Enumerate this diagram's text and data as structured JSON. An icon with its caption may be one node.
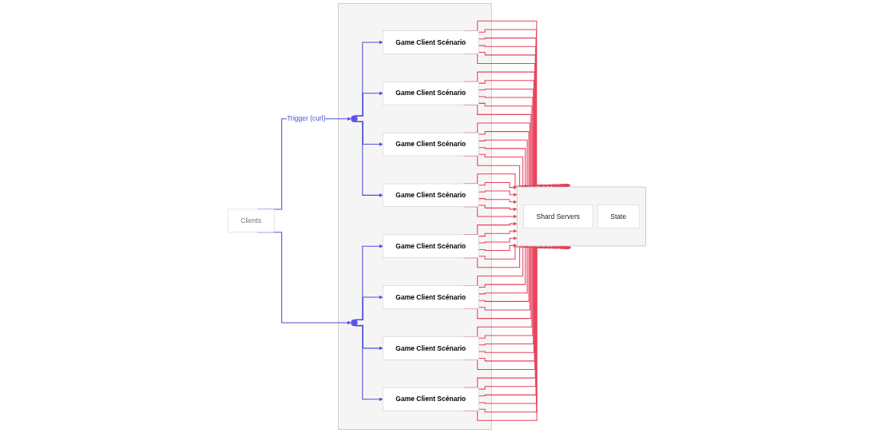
{
  "diagram": {
    "nodes": [
      {
        "text": [
          "Clients"
        ]
      },
      {
        "text": [],
        "shape": "box"
      },
      {
        "text": [],
        "shape": "circle",
        "in": 1
      },
      {
        "text": [
          "Game Client Scénario"
        ],
        "in": 1
      },
      {
        "text": [
          "Game Client Scénario"
        ],
        "in": 1
      },
      {
        "text": [
          "Game Client Scénario"
        ],
        "in": 1
      },
      {
        "text": [
          "Game Client Scénario"
        ],
        "in": 1
      },
      {
        "text": [],
        "shape": "circle",
        "in": 1
      },
      {
        "text": [
          "Game Client Scénario"
        ],
        "in": 1
      },
      {
        "text": [
          "Game Client Scénario"
        ],
        "in": 1
      },
      {
        "text": [
          "Game Client Scénario"
        ],
        "in": 1
      },
      {
        "text": [
          "Game Client Scénario"
        ],
        "in": 1
      },
      {
        "text": [],
        "shape": "box"
      },
      {
        "text": [
          "Shard Servers"
        ],
        "in": 12
      },
      {
        "text": [
          "State"
        ],
        "in": 12
      }
    ],
    "edges": [
      {
        "from": 0,
        "to": 2,
        "arrow": "to",
        "label": "Trigger (curl)",
        "color": "#4f4fd9"
      },
      {
        "from": 0,
        "to": 7,
        "arrow": "to",
        "color": "#4f4fd9"
      },
      {
        "from": 2,
        "to": 3,
        "arrow": "to",
        "color": "#4f4fd9"
      },
      {
        "from": 2,
        "to": 4,
        "arrow": "to",
        "color": "#4f4fd9"
      },
      {
        "from": 2,
        "to": 5,
        "arrow": "to",
        "color": "#4f4fd9"
      },
      {
        "from": 2,
        "to": 6,
        "arrow": "to",
        "color": "#4f4fd9"
      },
      {
        "from": 7,
        "to": 8,
        "arrow": "to",
        "color": "#4f4fd9"
      },
      {
        "from": 7,
        "to": 9,
        "arrow": "to",
        "color": "#4f4fd9"
      },
      {
        "from": 7,
        "to": 10,
        "arrow": "to",
        "color": "#4f4fd9"
      },
      {
        "from": 7,
        "to": 11,
        "arrow": "to",
        "color": "#4f4fd9"
      },
      {
        "from": 3,
        "to": 12,
        "arrow": "to",
        "color": "#e8435c"
      },
      {
        "from": 3,
        "to": 12,
        "arrow": "to",
        "color": "#e8435c"
      },
      {
        "from": 3,
        "to": 12,
        "arrow": "to",
        "color": "#e8435c"
      },
      {
        "from": 3,
        "to": 12,
        "arrow": "to",
        "color": "#e8435c"
      },
      {
        "from": 3,
        "to": 12,
        "arrow": "to",
        "color": "#e8435c"
      },
      {
        "from": 3,
        "to": 12,
        "arrow": "to",
        "color": "#e8435c"
      },
      {
        "from": 4,
        "to": 12,
        "arrow": "to",
        "color": "#e8435c"
      },
      {
        "from": 4,
        "to": 12,
        "arrow": "to",
        "color": "#e8435c"
      },
      {
        "from": 4,
        "to": 12,
        "arrow": "to",
        "color": "#e8435c"
      },
      {
        "from": 4,
        "to": 12,
        "arrow": "to",
        "color": "#e8435c"
      },
      {
        "from": 4,
        "to": 12,
        "arrow": "to",
        "color": "#e8435c"
      },
      {
        "from": 4,
        "to": 12,
        "arrow": "to",
        "color": "#e8435c"
      },
      {
        "from": 5,
        "to": 12,
        "arrow": "to",
        "color": "#e8435c"
      },
      {
        "from": 5,
        "to": 12,
        "arrow": "to",
        "color": "#e8435c"
      },
      {
        "from": 5,
        "to": 12,
        "arrow": "to",
        "color": "#e8435c"
      },
      {
        "from": 5,
        "to": 12,
        "arrow": "to",
        "color": "#e8435c"
      },
      {
        "from": 5,
        "to": 12,
        "arrow": "to",
        "color": "#e8435c"
      },
      {
        "from": 5,
        "to": 12,
        "arrow": "to",
        "color": "#e8435c"
      },
      {
        "from": 6,
        "to": 12,
        "arrow": "to",
        "color": "#e8435c"
      },
      {
        "from": 6,
        "to": 12,
        "arrow": "to",
        "color": "#e8435c"
      },
      {
        "from": 6,
        "to": 12,
        "arrow": "to",
        "color": "#e8435c"
      },
      {
        "from": 6,
        "to": 12,
        "arrow": "to",
        "color": "#e8435c"
      },
      {
        "from": 6,
        "to": 12,
        "arrow": "to",
        "color": "#e8435c"
      },
      {
        "from": 6,
        "to": 12,
        "arrow": "to",
        "color": "#e8435c"
      },
      {
        "from": 8,
        "to": 12,
        "arrow": "to",
        "color": "#e8435c"
      },
      {
        "from": 8,
        "to": 12,
        "arrow": "to",
        "color": "#e8435c"
      },
      {
        "from": 8,
        "to": 12,
        "arrow": "to",
        "color": "#e8435c"
      },
      {
        "from": 8,
        "to": 12,
        "arrow": "to",
        "color": "#e8435c"
      },
      {
        "from": 8,
        "to": 12,
        "arrow": "to",
        "color": "#e8435c"
      },
      {
        "from": 8,
        "to": 12,
        "arrow": "to",
        "color": "#e8435c"
      },
      {
        "from": 9,
        "to": 12,
        "arrow": "to",
        "color": "#e8435c"
      },
      {
        "from": 9,
        "to": 12,
        "arrow": "to",
        "color": "#e8435c"
      },
      {
        "from": 9,
        "to": 12,
        "arrow": "to",
        "color": "#e8435c"
      },
      {
        "from": 9,
        "to": 12,
        "arrow": "to",
        "color": "#e8435c"
      },
      {
        "from": 9,
        "to": 12,
        "arrow": "to",
        "color": "#e8435c"
      },
      {
        "from": 9,
        "to": 12,
        "arrow": "to",
        "color": "#e8435c"
      },
      {
        "from": 10,
        "to": 12,
        "arrow": "to",
        "color": "#e8435c"
      },
      {
        "from": 10,
        "to": 12,
        "arrow": "to",
        "color": "#e8435c"
      },
      {
        "from": 10,
        "to": 12,
        "arrow": "to",
        "color": "#e8435c"
      },
      {
        "from": 10,
        "to": 12,
        "arrow": "to",
        "color": "#e8435c"
      },
      {
        "from": 10,
        "to": 12,
        "arrow": "to",
        "color": "#e8435c"
      },
      {
        "from": 10,
        "to": 12,
        "arrow": "to",
        "color": "#e8435c"
      },
      {
        "from": 11,
        "to": 12,
        "arrow": "to",
        "color": "#e8435c"
      },
      {
        "from": 11,
        "to": 12,
        "arrow": "to",
        "color": "#e8435c"
      },
      {
        "from": 11,
        "to": 12,
        "arrow": "to",
        "color": "#e8435c"
      },
      {
        "from": 11,
        "to": 12,
        "arrow": "to",
        "color": "#e8435c"
      },
      {
        "from": 11,
        "to": 12,
        "arrow": "to",
        "color": "#e8435c"
      },
      {
        "from": 11,
        "to": 12,
        "arrow": "to",
        "color": "#e8435c"
      }
    ]
  }
}
